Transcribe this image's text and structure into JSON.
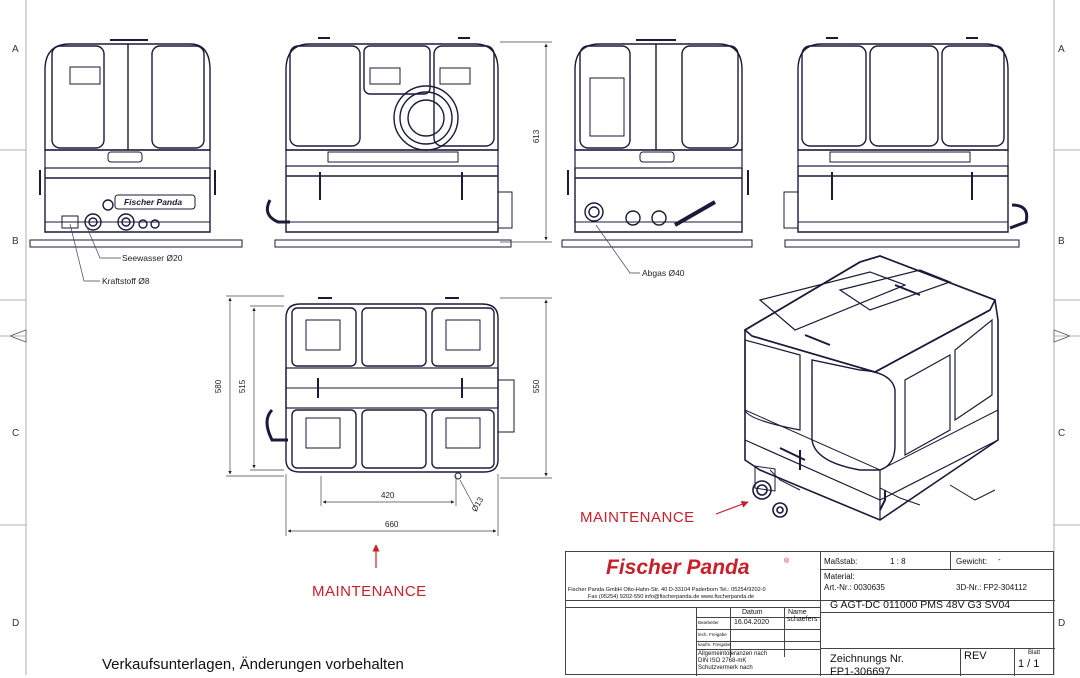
{
  "zones": {
    "left": [
      "A",
      "B",
      "C",
      "D"
    ],
    "right": [
      "A",
      "B",
      "C",
      "D"
    ]
  },
  "callouts": {
    "seewasser": "Seewasser Ø20",
    "kraftstoff": "Kraftstoff Ø8",
    "abgas": "Abgas Ø40"
  },
  "dimensions": {
    "height_613": "613",
    "depth_580": "580",
    "depth_515": "515",
    "depth_550": "550",
    "width_420": "420",
    "width_660": "660",
    "hole_13": "Ø13"
  },
  "maintenance_label": "MAINTENANCE",
  "brand_mark": "Fischer Panda",
  "title_block": {
    "brand": "Fischer Panda",
    "address_line1": "Fischer Panda GmbH Otto-Hahn-Str. 40 D-33104 Paderborn Tel.: 05254/9202-0",
    "address_line2": "Fax (05254) 9202-550  info@fischerpanda.de  www.fischerpanda.de",
    "scale_label": "Maßstab:",
    "scale_value": "1 : 8",
    "weight_label": "Gewicht:",
    "weight_value": "-",
    "material_label": "Material:",
    "art_nr": "Art.-Nr.: 0030635",
    "nr_3d": "3D-Nr.: FP2-304112",
    "product": "G AGT-DC 011000 PMS 48V G3 SV04",
    "col_datum": "Datum",
    "col_name": "Name",
    "row_bearbeiter": "Bearbeiter",
    "row_freigabe1": "tech. Freigabe",
    "row_freigabe2": "kaufm. Freigabe",
    "datum_value": "16.04.2020",
    "name_value": "schaefers",
    "tolerance1": "Allgemeintoleranzen nach",
    "tolerance2": "DIN ISO 2768-mK",
    "tolerance3": "Schutzvermerk nach",
    "drawing_label": "Zeichnungs Nr.",
    "drawing_number": "FP1-306697",
    "rev_label": "REV",
    "sheet_label": "Blatt",
    "sheet_value": "1 / 1"
  },
  "footer_note": "Verkaufsunterlagen, Änderungen vorbehalten"
}
